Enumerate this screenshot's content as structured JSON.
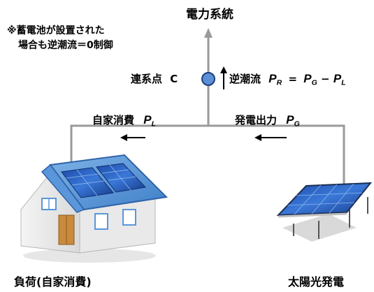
{
  "title": "電力系統",
  "note": {
    "line1": "※蓄電池が設置された",
    "line2": "場合も逆潮流＝0制御"
  },
  "connection_point": {
    "label": "連系点",
    "symbol": "C"
  },
  "reverse_flow": {
    "label": "逆潮流",
    "lhs": "P",
    "lhs_sub": "R",
    "eq": "=",
    "t1": "P",
    "t1_sub": "G",
    "minus": "−",
    "t2": "P",
    "t2_sub": "L"
  },
  "self_consumption": {
    "label": "自家消費",
    "var": "P",
    "sub": "L"
  },
  "generation": {
    "label": "発電出力",
    "var": "P",
    "sub": "G"
  },
  "load_label": "負荷(自家消費)",
  "pv_label": "太陽光発電"
}
